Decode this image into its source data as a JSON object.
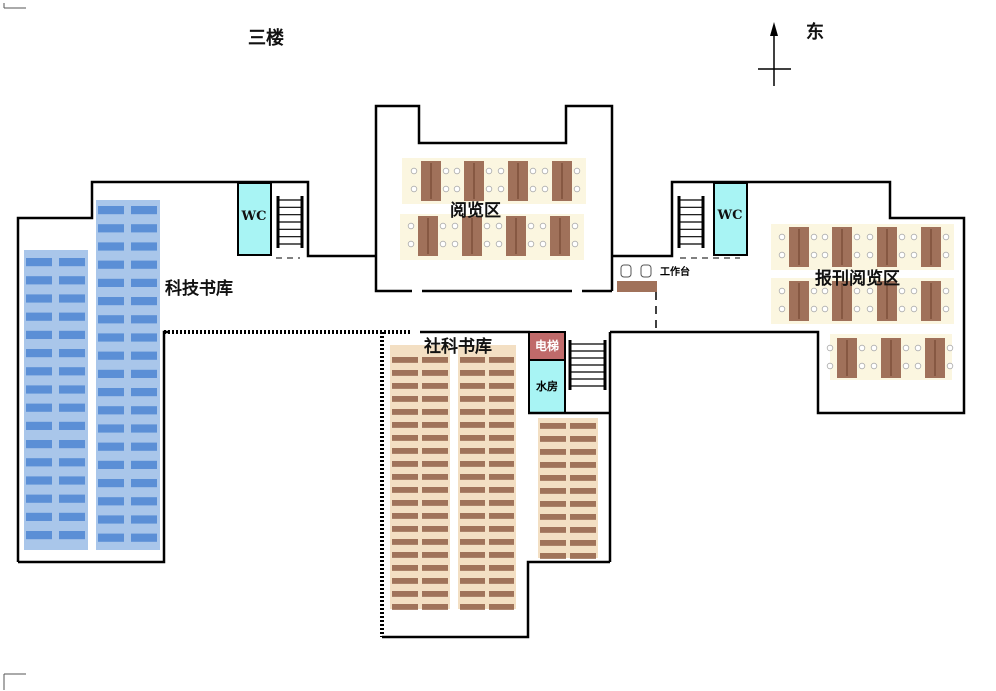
{
  "floor_title": "三楼",
  "compass": {
    "direction_label": "东"
  },
  "rooms": {
    "tech_stacks": "科技书库",
    "reading_area": "阅览区",
    "work_desk": "工作台",
    "periodical_reading": "报刊阅览区",
    "social_stacks": "社科书库",
    "elevator": "电梯",
    "water_room": "水房",
    "wc_left": "WC",
    "wc_right": "WC"
  },
  "colors": {
    "shelf_blue": "#5b8fd6",
    "shelf_blue_bg": "#a9c6ea",
    "shelf_brown": "#a0735a",
    "shelf_brown_bg": "#f3dfc3",
    "table": "#a0715a",
    "table_bg": "#fbf6e0",
    "wc": "#a8f4f4",
    "elevator": "#c06a6a"
  }
}
